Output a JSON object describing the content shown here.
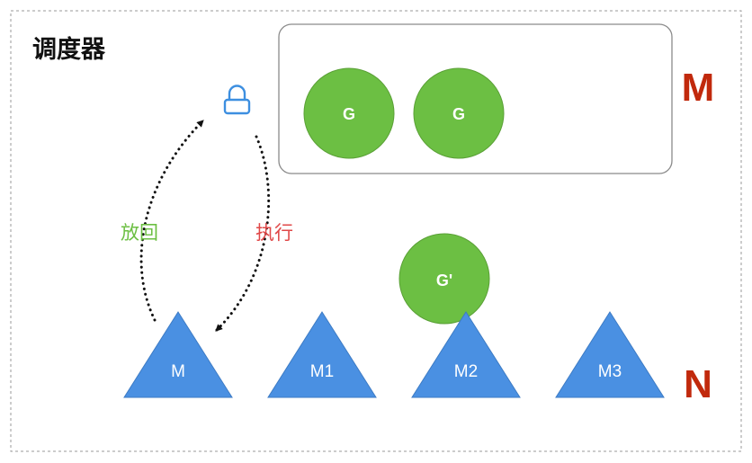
{
  "scheduler": {
    "title": "调度器"
  },
  "global_queue": {
    "label": "M",
    "goroutines": [
      {
        "label": "G"
      },
      {
        "label": "G"
      }
    ]
  },
  "running_goroutine": {
    "label": "G'"
  },
  "threads": {
    "label": "N",
    "items": [
      {
        "label": "M"
      },
      {
        "label": "M1"
      },
      {
        "label": "M2"
      },
      {
        "label": "M3"
      }
    ]
  },
  "arrows": {
    "put_back": {
      "label": "放回"
    },
    "execute": {
      "label": "执行"
    }
  },
  "lock": {
    "icon": "lock-icon"
  },
  "colors": {
    "goroutine_fill": "#6cbf43",
    "goroutine_stroke": "#5aa036",
    "thread_fill": "#4a90e2",
    "thread_stroke": "#3d7bc4",
    "big_label": "#c1290c",
    "put_back": "#6cbf43",
    "execute": "#e04848",
    "lock": "#3d8fe0",
    "title": "#111111"
  }
}
